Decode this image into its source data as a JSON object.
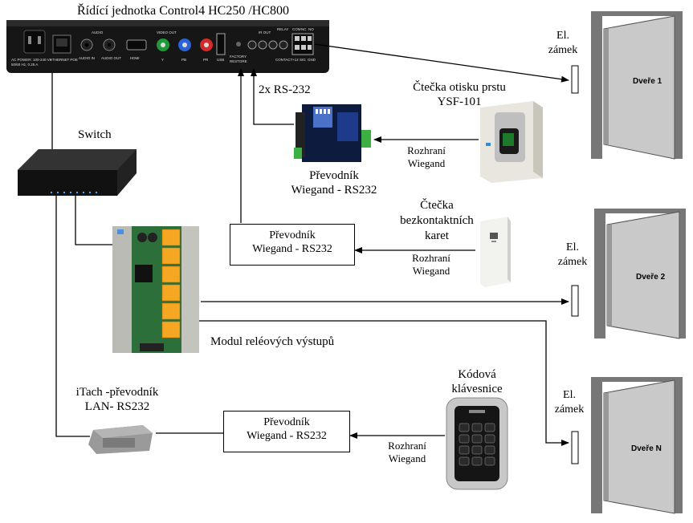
{
  "title": "Řídící jednotka Control4 HC250 /HC800",
  "controller_panel": {
    "audio_label": "AUDIO",
    "video_label": "VIDEO OUT",
    "ir_label": "IR OUT",
    "relay_label": "RELAY",
    "com_label": "COM",
    "nc_label": "NC",
    "no_label": "NO",
    "ac_power": "AC POWER: 100-240 V~",
    "ac_power2": "50/60 Hz, 0.25 A",
    "ethernet": "ETHERNET POE",
    "audio_in": "AUDIO IN",
    "audio_out": "AUDIO OUT",
    "hdmi": "HDMI",
    "y": "Y",
    "pb": "PB",
    "pr": "PR",
    "usb": "USB",
    "factory": "FACTORY",
    "restore": "RESTORE",
    "contact": "CONTACT",
    "v12": "+12",
    "sig": "SIG",
    "gnd": "GND"
  },
  "labels": {
    "rs232": "2x RS-232",
    "switch": "Switch",
    "fingerprint_1": "Čtečka otisku prstu",
    "fingerprint_2": "YSF-101",
    "iface1_1": "Rozhraní",
    "iface1_2": "Wiegand",
    "conv1_1": "Převodník",
    "conv1_2": "Wiegand - RS232",
    "card_1": "Čtečka",
    "card_2": "bezkontaktních",
    "card_3": "karet",
    "iface2_1": "Rozhraní",
    "iface2_2": "Wiegand",
    "relay_module": "Modul reléových výstupů",
    "itach_1": "iTach -převodník",
    "itach_2": "LAN- RS232",
    "keypad_1": "Kódová",
    "keypad_2": "klávesnice",
    "iface3_1": "Rozhraní",
    "iface3_2": "Wiegand",
    "lock1_1": "El.",
    "lock1_2": "zámek",
    "lock2_1": "El.",
    "lock2_2": "zámek",
    "lock3_1": "El.",
    "lock3_2": "zámek",
    "door1": "Dveře 1",
    "door2": "Dveře 2",
    "door3": "Dveře  N"
  },
  "boxes": {
    "conv_box_1_line1": "Převodník",
    "conv_box_1_line2": "Wiegand - RS232",
    "conv_box_2_line1": "Převodník",
    "conv_box_2_line2": "Wiegand - RS232"
  },
  "colors": {
    "line": "#000000",
    "device_dark": "#1a1a1a",
    "door_gray": "#c8c8c8",
    "door_frame": "#555555",
    "pcb_green": "#2e7d32",
    "relay_orange": "#f5a623",
    "converter_blue": "#1e3a8a",
    "connector_green": "#3cb043"
  }
}
